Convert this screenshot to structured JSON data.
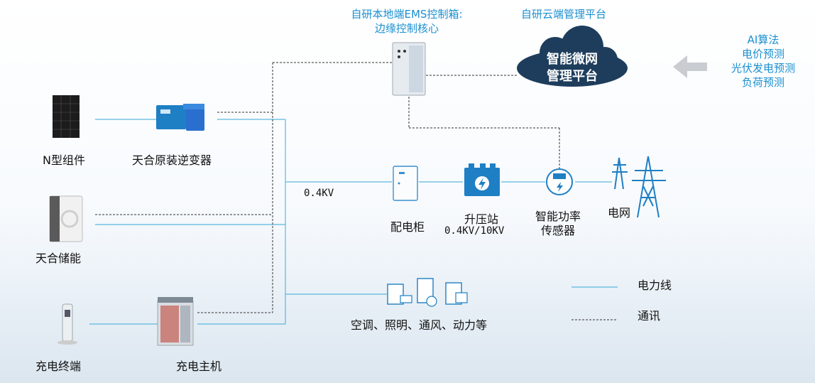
{
  "header": {
    "ems_title_line1": "自研本地端EMS控制箱:",
    "ems_title_line2": "边缘控制核心",
    "cloud_title": "自研云端管理平台"
  },
  "cloud": {
    "line1": "智能微网",
    "line2": "管理平台"
  },
  "ai_features": [
    "AI算法",
    "电价预测",
    "光伏发电预测",
    "负荷预测"
  ],
  "devices": {
    "pv_module": "N型组件",
    "inverter": "天合原装逆变器",
    "storage": "天合储能",
    "charge_terminal": "充电终端",
    "charge_host": "充电主机",
    "distribution_cabinet": "配电柜",
    "booster_station": "升压站",
    "booster_spec": "0.4KV/10KV",
    "power_sensor_line1": "智能功率",
    "power_sensor_line2": "传感器",
    "grid": "电网",
    "loads": "空调、照明、通风、动力等"
  },
  "bus_voltage": "0.4KV",
  "legend": {
    "power_line": "电力线",
    "communication": "通讯"
  },
  "colors": {
    "power_line": "#5bb8de",
    "comm_line": "#333333",
    "accent": "#1a8fd0",
    "cloud": "#1e3d5c",
    "device_blue": "#1f7fc4"
  }
}
